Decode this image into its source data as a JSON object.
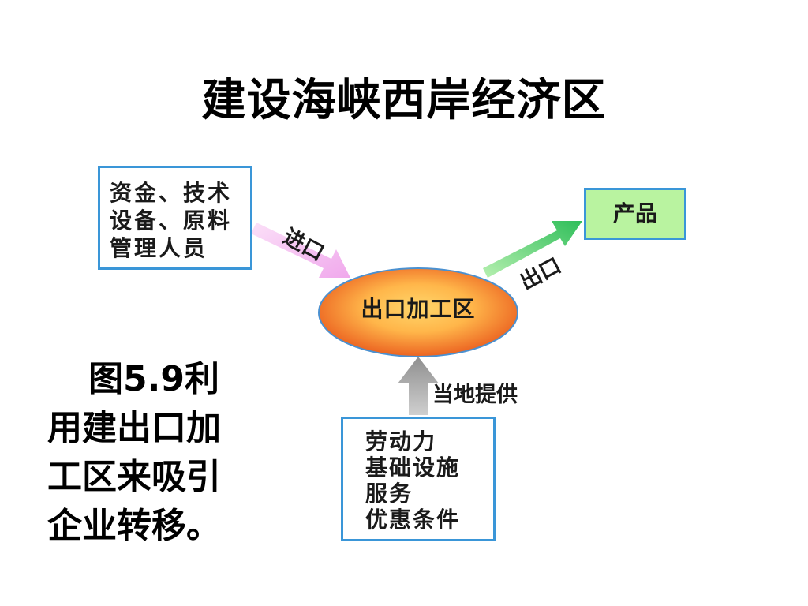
{
  "slide": {
    "title": "建设海峡西岸经济区"
  },
  "diagram": {
    "inputs_box": {
      "lines": [
        "资金、技术",
        "设备、原料",
        "管理人员"
      ]
    },
    "center": {
      "label": "出口加工区"
    },
    "product_box": {
      "label": "产品"
    },
    "local_box": {
      "lines": [
        "劳动力",
        "基础设施",
        "服务",
        "优惠条件"
      ]
    },
    "arrows": {
      "import_label": "进口",
      "export_label": "出口",
      "local_label": "当地提供"
    },
    "colors": {
      "box_border": "#3a96d8",
      "product_fill": "#b9f3a0",
      "import_arrow": "#f3b8f0",
      "export_arrow": "#5fd07a",
      "local_arrow": "#a9a9a9",
      "ellipse_center": "#ffb64a",
      "ellipse_edge": "#e8541a"
    }
  },
  "caption": {
    "lines": [
      "图5.9利",
      "用建出口加",
      "工区来吸引",
      "企业转移。"
    ]
  }
}
